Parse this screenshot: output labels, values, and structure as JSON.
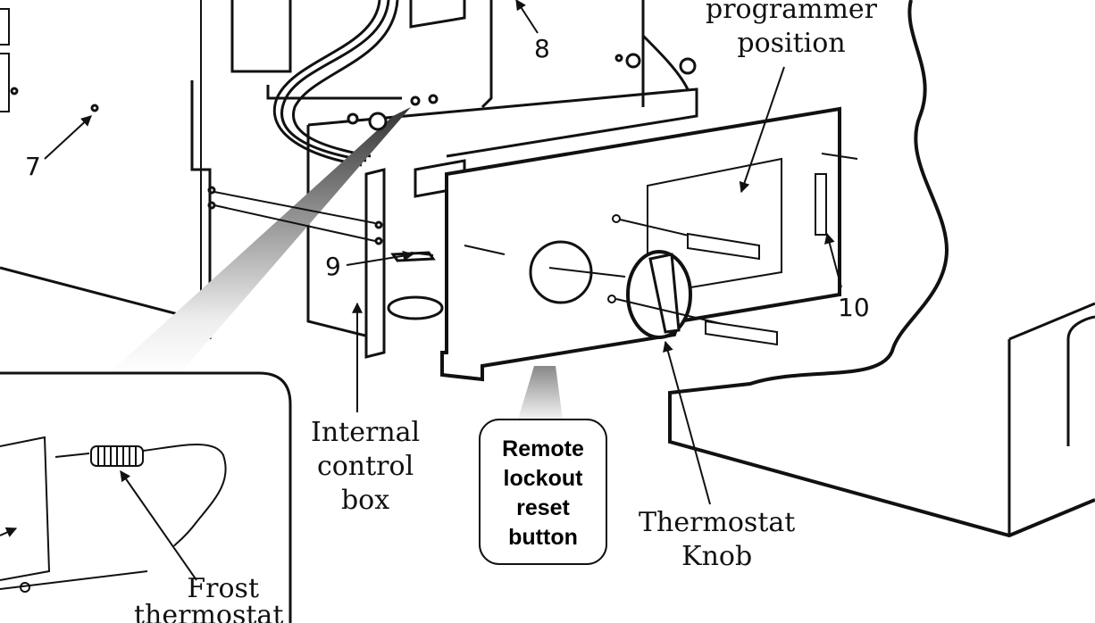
{
  "labels": {
    "programmer": [
      "programmer",
      "position"
    ],
    "internal_box": [
      "Internal",
      "control",
      "box"
    ],
    "remote": [
      "Remote",
      "lockout",
      "reset",
      "button"
    ],
    "knob": [
      "Thermostat",
      "Knob"
    ],
    "frost": [
      "Frost",
      "thermostat"
    ]
  },
  "numbers": {
    "n7": "7",
    "n8": "8",
    "n9": "9",
    "n10": "10"
  },
  "colors": {
    "line": "#111111",
    "bg": "#ffffff"
  }
}
